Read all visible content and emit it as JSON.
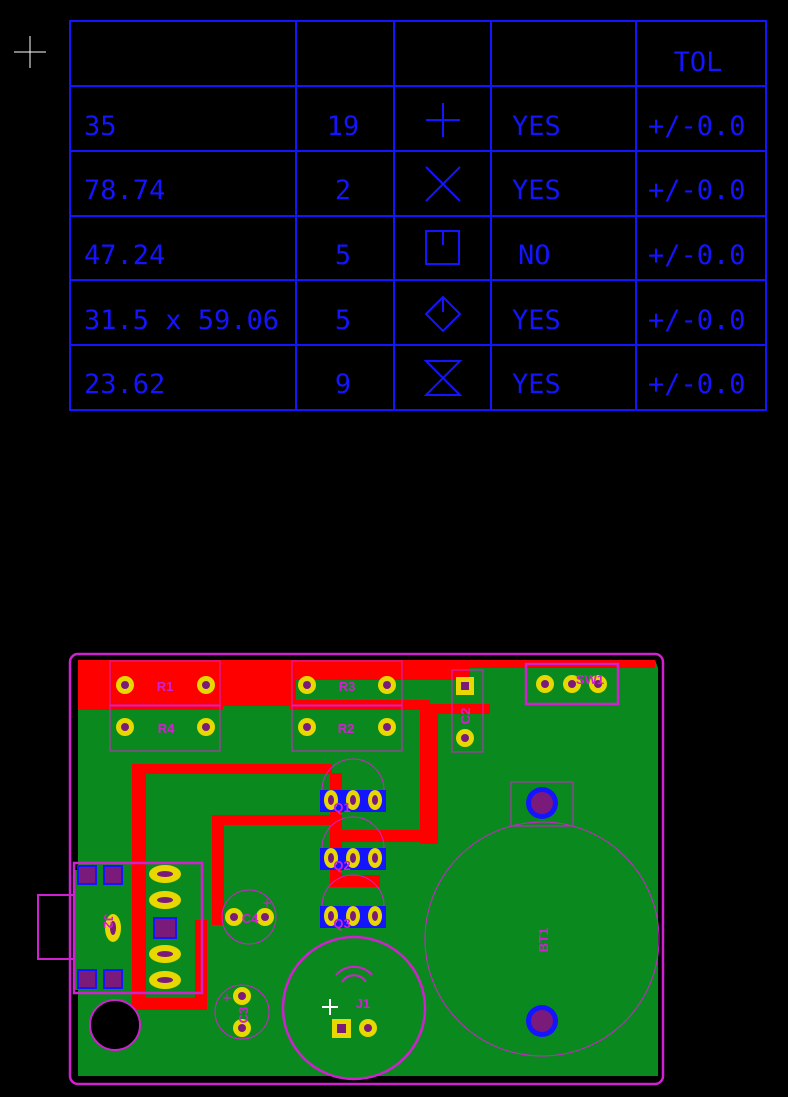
{
  "drill_table": {
    "header": [
      "",
      "",
      "",
      "",
      "TOL"
    ],
    "rows": [
      {
        "size": "35",
        "count": "19",
        "symbol": "plus-icon",
        "plated": "YES",
        "tol": "+/-0.0"
      },
      {
        "size": "78.74",
        "count": "2",
        "symbol": "cross-icon",
        "plated": "YES",
        "tol": "+/-0.0"
      },
      {
        "size": "47.24",
        "count": "5",
        "symbol": "square-tick-icon",
        "plated": "NO",
        "tol": "+/-0.0"
      },
      {
        "size": "31.5 x 59.06",
        "count": "5",
        "symbol": "diamond-tick-icon",
        "plated": "YES",
        "tol": "+/-0.0"
      },
      {
        "size": "23.62",
        "count": "9",
        "symbol": "hourglass-icon",
        "plated": "YES",
        "tol": "+/-0.0"
      }
    ]
  },
  "pcb": {
    "labels": {
      "r1": "R1",
      "r3": "R3",
      "r4": "R4",
      "r2": "R2",
      "c2": "C2",
      "sw1": "SW1",
      "c4": "C4",
      "c3": "C3",
      "j1": "J1",
      "bt1": "BT1",
      "j2": "J2",
      "q1": "Q1",
      "q2": "Q2",
      "q3": "Q3"
    }
  },
  "colors": {
    "table_line": "#1414ff",
    "board_green": "#0a8a1e",
    "copper_red": "#ff0000",
    "silkscreen": "#d021d0",
    "pad_yellow": "#e6d800",
    "hole_purple": "#7a1a7a"
  }
}
